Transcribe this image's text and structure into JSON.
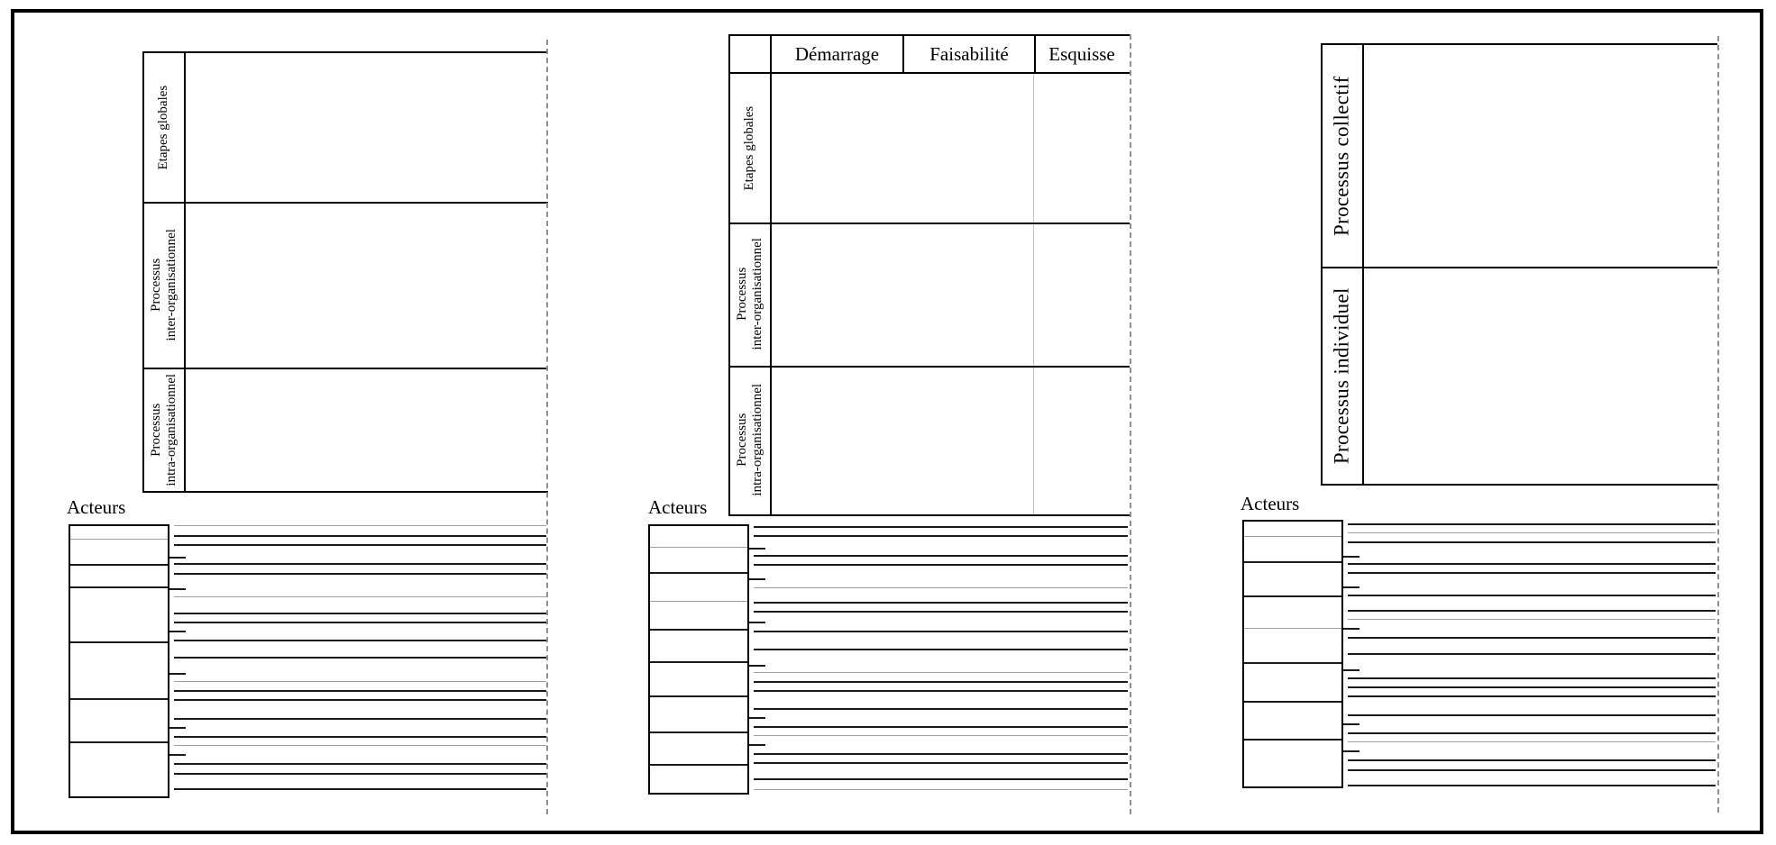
{
  "colors": {
    "line_dark": "#1a1a1a",
    "line_gray": "#9e9e9e",
    "dashed": "#8f8f8f",
    "border": "#000000",
    "faint_guide": "#c4c4c4"
  },
  "panels": [
    {
      "name": "processus-organisationnels",
      "acteurs_label": "Acteurs",
      "row_labels": [
        "Etapes globales",
        "Processus\ninter-organisationnel",
        "Processus\nintra-organisationnel"
      ],
      "actor_box_dividers": [
        [
          14,
          "gray"
        ],
        [
          42,
          "dark"
        ],
        [
          67,
          "dark"
        ],
        [
          128,
          "dark"
        ],
        [
          191,
          "dark"
        ],
        [
          239,
          "dark"
        ]
      ],
      "lanes": [
        [
          3,
          "gray"
        ],
        [
          14,
          "dark"
        ],
        [
          24,
          "dark"
        ],
        [
          38,
          "tick"
        ],
        [
          45,
          "dark"
        ],
        [
          56,
          "dark"
        ],
        [
          73,
          "tick"
        ],
        [
          82,
          "gray"
        ],
        [
          100,
          "dark"
        ],
        [
          110,
          "dark"
        ],
        [
          120,
          "tick"
        ],
        [
          130,
          "dark"
        ],
        [
          149,
          "dark"
        ],
        [
          167,
          "tick"
        ],
        [
          176,
          "gray"
        ],
        [
          186,
          "dark"
        ],
        [
          196,
          "dark"
        ],
        [
          217,
          "dark"
        ],
        [
          227,
          "tick"
        ],
        [
          237,
          "dark"
        ],
        [
          247,
          "gray"
        ],
        [
          257,
          "tick"
        ],
        [
          267,
          "dark"
        ],
        [
          278,
          "dark"
        ],
        [
          295,
          "dark"
        ]
      ]
    },
    {
      "name": "phases-projet",
      "acteurs_label": "Acteurs",
      "header_columns": [
        "Démarrage",
        "Faisabilité",
        "Esquisse"
      ],
      "row_labels": [
        "Etapes globales",
        "Processus\ninter-organisationnel",
        "Processus\nintra-organisationnel"
      ],
      "actor_box_dividers": [
        [
          23,
          "gray"
        ],
        [
          51,
          "dark"
        ],
        [
          83,
          "gray"
        ],
        [
          114,
          "dark"
        ],
        [
          150,
          "dark"
        ],
        [
          188,
          "dark"
        ],
        [
          228,
          "dark"
        ],
        [
          264,
          "dark"
        ]
      ],
      "lanes": [
        [
          4,
          "dark"
        ],
        [
          14,
          "dark"
        ],
        [
          28,
          "tick"
        ],
        [
          36,
          "dark"
        ],
        [
          46,
          "dark"
        ],
        [
          62,
          "tick"
        ],
        [
          72,
          "gray"
        ],
        [
          88,
          "dark"
        ],
        [
          98,
          "dark"
        ],
        [
          110,
          "tick"
        ],
        [
          120,
          "dark"
        ],
        [
          140,
          "dark"
        ],
        [
          158,
          "tick"
        ],
        [
          166,
          "gray"
        ],
        [
          176,
          "dark"
        ],
        [
          186,
          "dark"
        ],
        [
          206,
          "dark"
        ],
        [
          216,
          "tick"
        ],
        [
          226,
          "dark"
        ],
        [
          236,
          "gray"
        ],
        [
          246,
          "tick"
        ],
        [
          256,
          "dark"
        ],
        [
          266,
          "dark"
        ],
        [
          284,
          "dark"
        ],
        [
          296,
          "gray"
        ]
      ]
    },
    {
      "name": "processus-collectif-individuel",
      "acteurs_label": "Acteurs",
      "row_labels": [
        "Processus collectif",
        "Processus individuel"
      ],
      "actor_box_dividers": [
        [
          16,
          "gray"
        ],
        [
          44,
          "dark"
        ],
        [
          82,
          "dark"
        ],
        [
          118,
          "gray"
        ],
        [
          156,
          "dark"
        ],
        [
          199,
          "dark"
        ],
        [
          241,
          "dark"
        ]
      ],
      "lanes": [
        [
          6,
          "dark"
        ],
        [
          16,
          "gray"
        ],
        [
          26,
          "dark"
        ],
        [
          42,
          "tick"
        ],
        [
          50,
          "dark"
        ],
        [
          60,
          "dark"
        ],
        [
          76,
          "tick"
        ],
        [
          85,
          "dark"
        ],
        [
          102,
          "dark"
        ],
        [
          112,
          "gray"
        ],
        [
          122,
          "tick"
        ],
        [
          132,
          "dark"
        ],
        [
          150,
          "dark"
        ],
        [
          168,
          "tick"
        ],
        [
          177,
          "dark"
        ],
        [
          187,
          "dark"
        ],
        [
          197,
          "dark"
        ],
        [
          218,
          "dark"
        ],
        [
          228,
          "tick"
        ],
        [
          238,
          "dark"
        ],
        [
          248,
          "gray"
        ],
        [
          258,
          "tick"
        ],
        [
          268,
          "dark"
        ],
        [
          279,
          "dark"
        ],
        [
          296,
          "dark"
        ]
      ]
    }
  ]
}
